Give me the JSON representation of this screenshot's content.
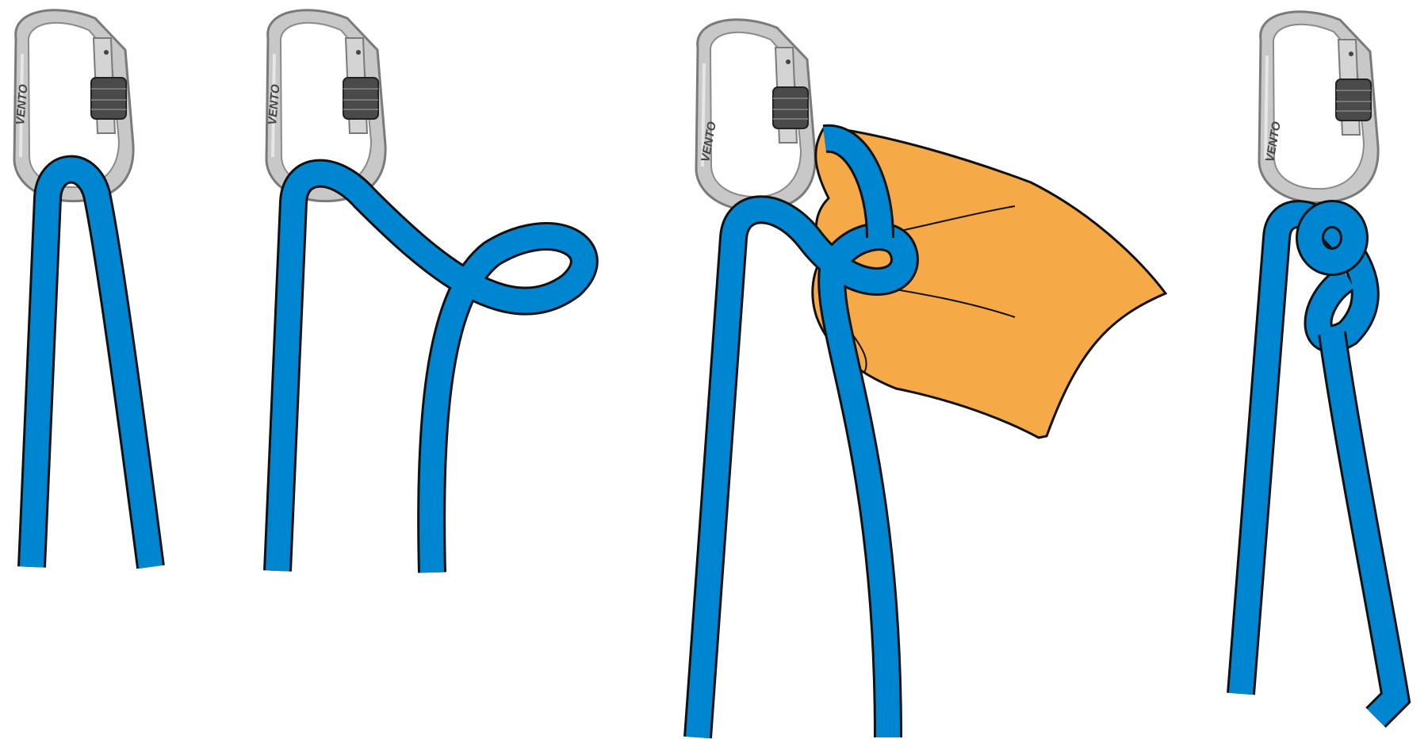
{
  "diagram": {
    "brand_label": "VENTO",
    "steps": [
      {
        "id": 1,
        "description": "rope clipped through carabiner"
      },
      {
        "id": 2,
        "description": "rope loop formed"
      },
      {
        "id": 3,
        "description": "hand holding loop on carabiner gate"
      },
      {
        "id": 4,
        "description": "knot tied on carabiner"
      }
    ],
    "colors": {
      "rope": "#0086d1",
      "rope_outline": "#111111",
      "carabiner": "#c8c8c8",
      "carabiner_outline": "#7a7a7a",
      "gate_sleeve": "#4a4a4a",
      "hand": "#f5a947",
      "background": "#ffffff"
    }
  }
}
